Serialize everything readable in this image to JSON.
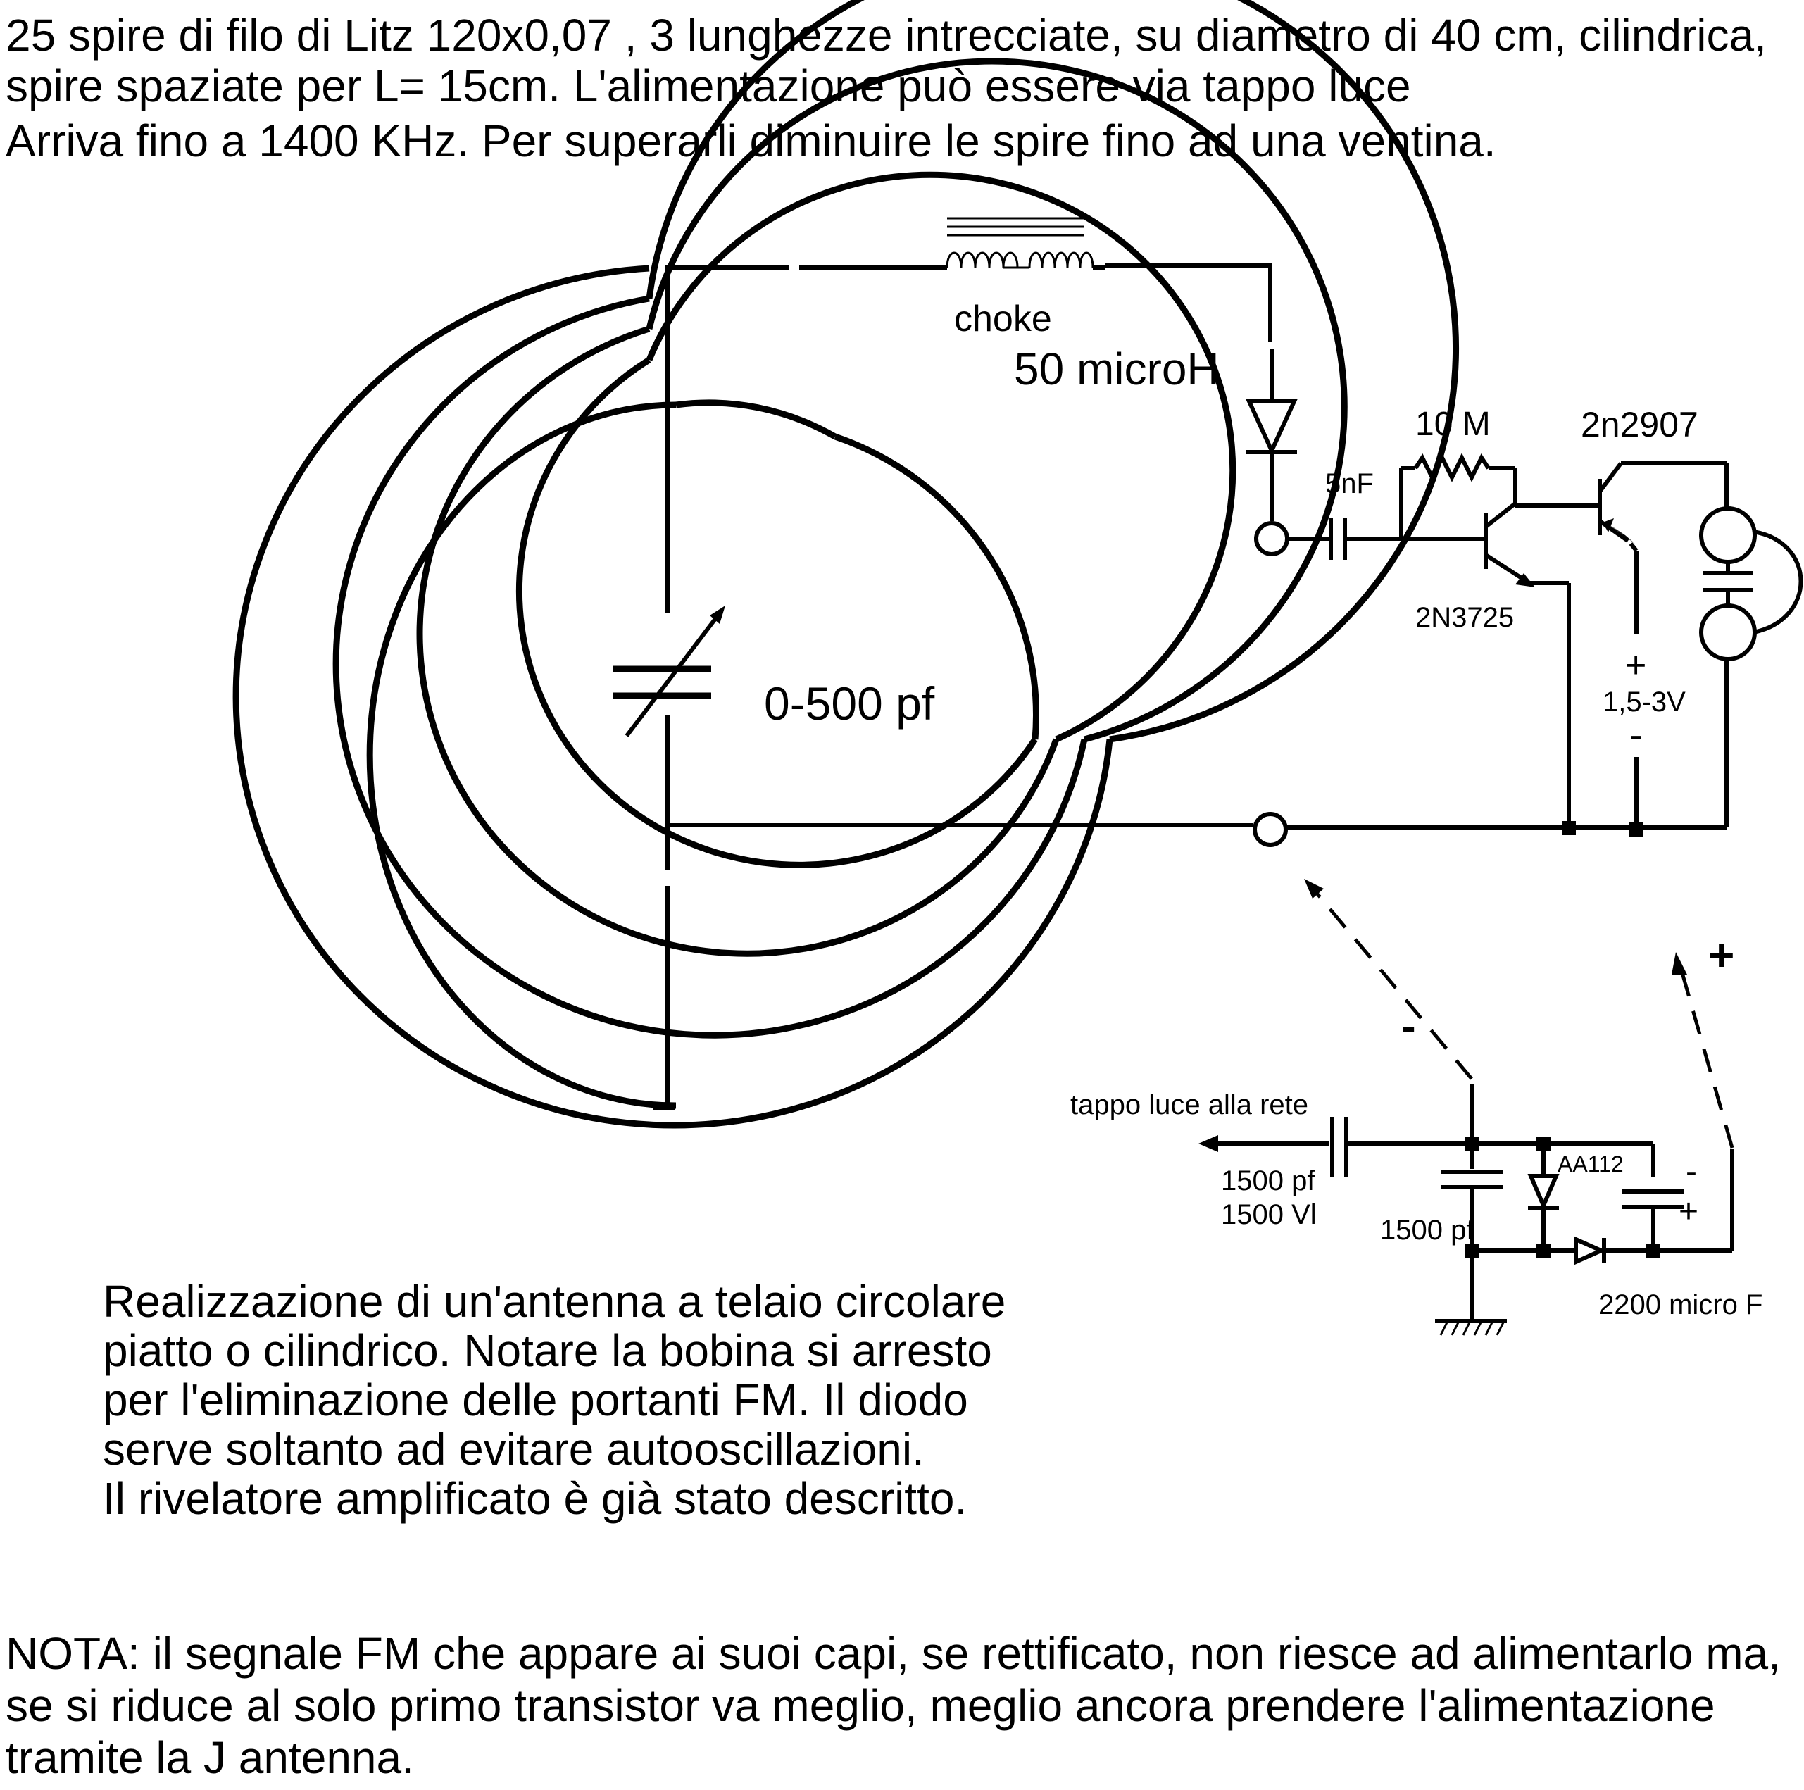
{
  "header": {
    "line1": "25 spire di filo di Litz 120x0,07 , 3 lunghezze intrecciate, su diametro di 40 cm, cilindrica,",
    "line2": "spire spaziate per L= 15cm. L'alimentazione può essere via tappo luce",
    "line3": "Arriva fino a 1400 KHz. Per superarli diminuire le spire fino ad una ventina."
  },
  "labels": {
    "choke": "choke",
    "choke_value": "50 microH",
    "resistor": "10 M",
    "coupling_cap": "5nF",
    "transistor_pnp": "2n2907",
    "transistor_npn": "2N3725",
    "variable_cap": "0-500 pf",
    "battery_plus": "+",
    "battery_voltage": "1,5-3V",
    "battery_minus": "-",
    "arrow_minus": "-",
    "arrow_plus": "+",
    "mains_plug": "tappo luce alla rete",
    "mains_cap_value": "1500 pf",
    "mains_cap_voltage": "1500 Vl",
    "shunt_cap": "1500 pf",
    "diode": "AA112",
    "electrolytic_minus": "-",
    "electrolytic_plus": "+",
    "electrolytic_value": "2200 micro F"
  },
  "description": {
    "line1": "Realizzazione di un'antenna a telaio circolare",
    "line2": "piatto o cilindrico. Notare la bobina si arresto",
    "line3": "per l'eliminazione delle portanti FM. Il diodo",
    "line4": "serve soltanto ad evitare autooscillazioni.",
    "line5": "Il rivelatore amplificato è già stato descritto."
  },
  "note": {
    "line1": "NOTA: il segnale FM che appare ai suoi capi, se rettificato, non riesce ad alimentarlo ma,",
    "line2": "se si riduce al solo primo transistor va meglio, meglio ancora prendere l'alimentazione",
    "line3": "tramite la J antenna."
  }
}
